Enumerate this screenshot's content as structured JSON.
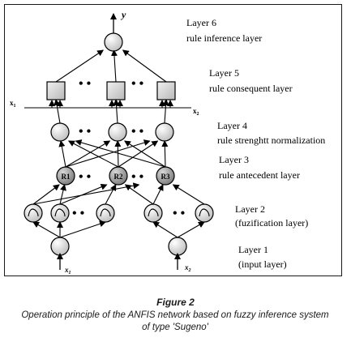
{
  "diagram": {
    "output_label": "y",
    "input_labels": [
      "x1",
      "x2"
    ],
    "rule_labels": [
      "R1",
      "R2",
      "R3"
    ],
    "layers": [
      {
        "name": "Layer 6",
        "desc": "rule inference layer"
      },
      {
        "name": "Layer 5",
        "desc": "rule consequent layer"
      },
      {
        "name": "Layer 4",
        "desc": "rule strenghtt normalization"
      },
      {
        "name": "Layer 3",
        "desc": "rule antecedent layer"
      },
      {
        "name": "Layer 2",
        "desc": "(fuzification layer)"
      },
      {
        "name": "Layer 1",
        "desc": "(input layer)"
      }
    ]
  },
  "caption": {
    "title": "Figure 2",
    "text": "Operation principle of the ANFIS network based on fuzzy inference system of type 'Sugeno'"
  }
}
